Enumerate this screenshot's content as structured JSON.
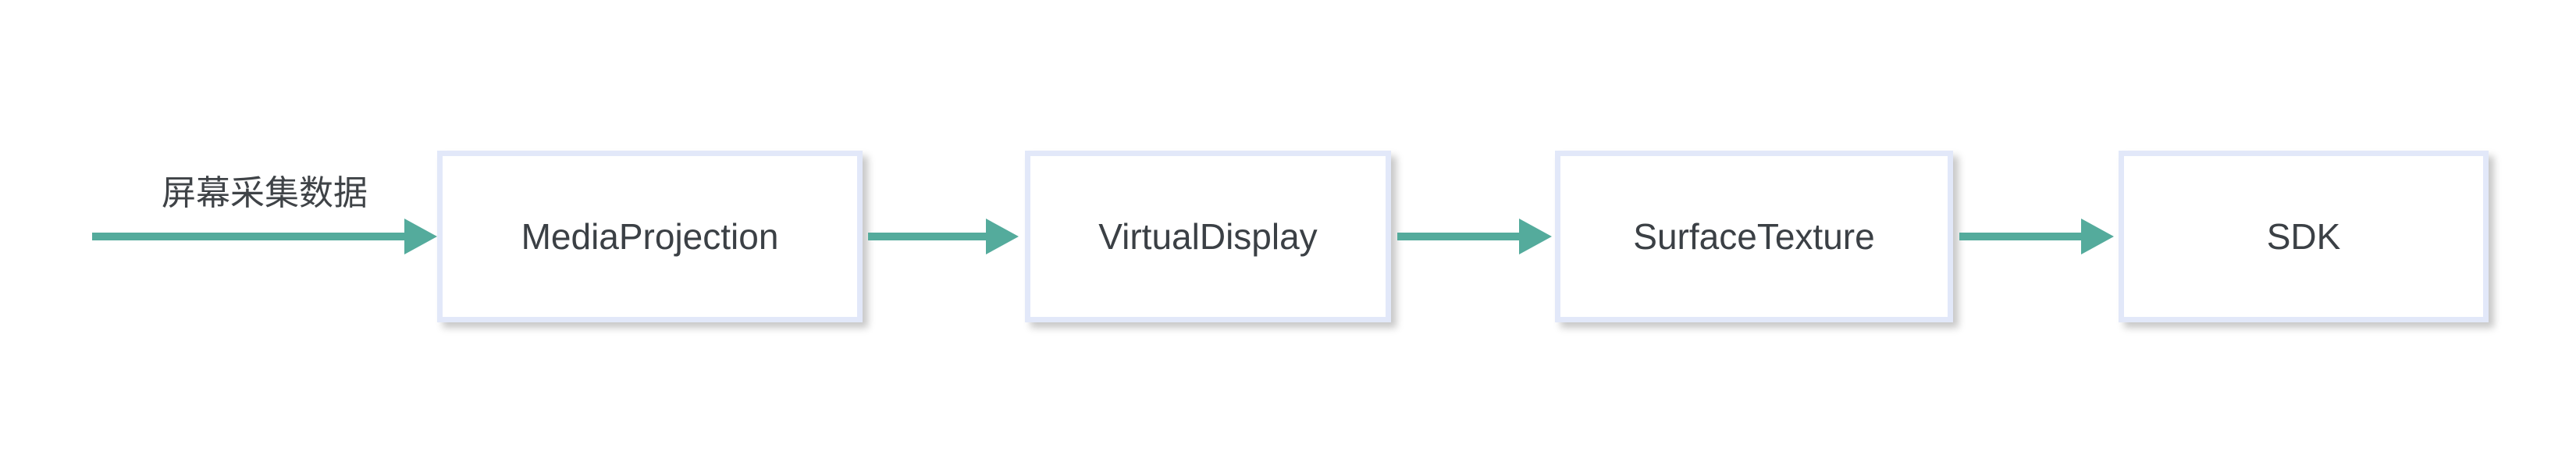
{
  "diagram": {
    "input_label": "屏幕采集数据",
    "nodes": [
      {
        "id": "mediaprojection",
        "label": "MediaProjection"
      },
      {
        "id": "virtualdisplay",
        "label": "VirtualDisplay"
      },
      {
        "id": "surfacetexture",
        "label": "SurfaceTexture"
      },
      {
        "id": "sdk",
        "label": "SDK"
      }
    ],
    "edges": [
      {
        "from": "screen-capture-input",
        "to": "mediaprojection",
        "label": "屏幕采集数据"
      },
      {
        "from": "mediaprojection",
        "to": "virtualdisplay",
        "label": ""
      },
      {
        "from": "virtualdisplay",
        "to": "surfacetexture",
        "label": ""
      },
      {
        "from": "surfacetexture",
        "to": "sdk",
        "label": ""
      }
    ],
    "colors": {
      "arrow": "#54ab9c",
      "node_border": "#e2e8f9",
      "node_fill": "#ffffff",
      "text": "#3b4045",
      "background": "#ffffff"
    }
  }
}
